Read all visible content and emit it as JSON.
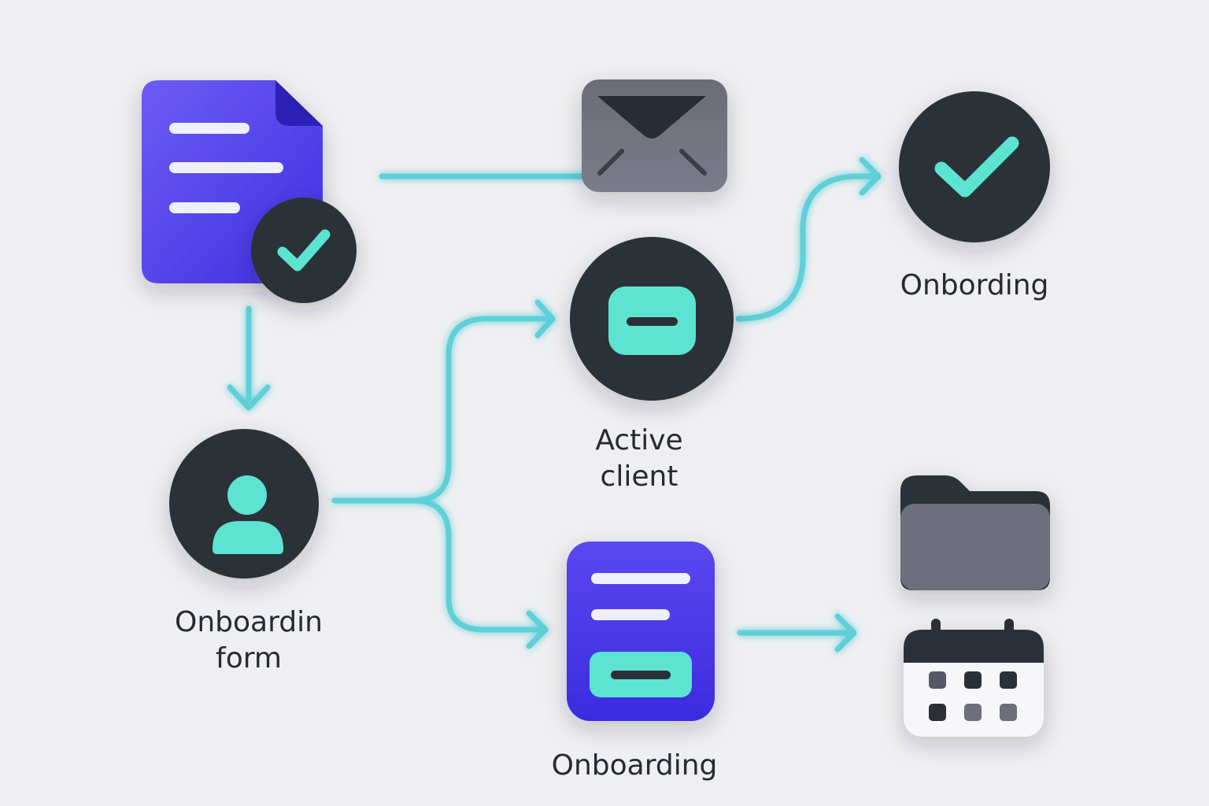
{
  "colors": {
    "background": "#efeff1",
    "connector": "#5fcfd8",
    "dark_node": "#2b3038",
    "accent_mint": "#5de3d2",
    "indigo": "#4a37e6",
    "slate": "#71727e",
    "label_text": "#262a33"
  },
  "nodes": {
    "form_document": {
      "icon": "document-check-icon"
    },
    "email": {
      "icon": "envelope-icon"
    },
    "user": {
      "icon": "user-icon",
      "label_line1": "Onboardin",
      "label_line2": "form"
    },
    "active_client": {
      "icon": "minus-badge-icon",
      "label_line1": "Active",
      "label_line2": "client"
    },
    "complete": {
      "icon": "checkmark-icon",
      "label": "Onbording"
    },
    "onboarding_form": {
      "icon": "form-card-icon",
      "label": "Onboarding"
    },
    "folder": {
      "icon": "folder-icon"
    },
    "calendar": {
      "icon": "calendar-icon"
    }
  }
}
